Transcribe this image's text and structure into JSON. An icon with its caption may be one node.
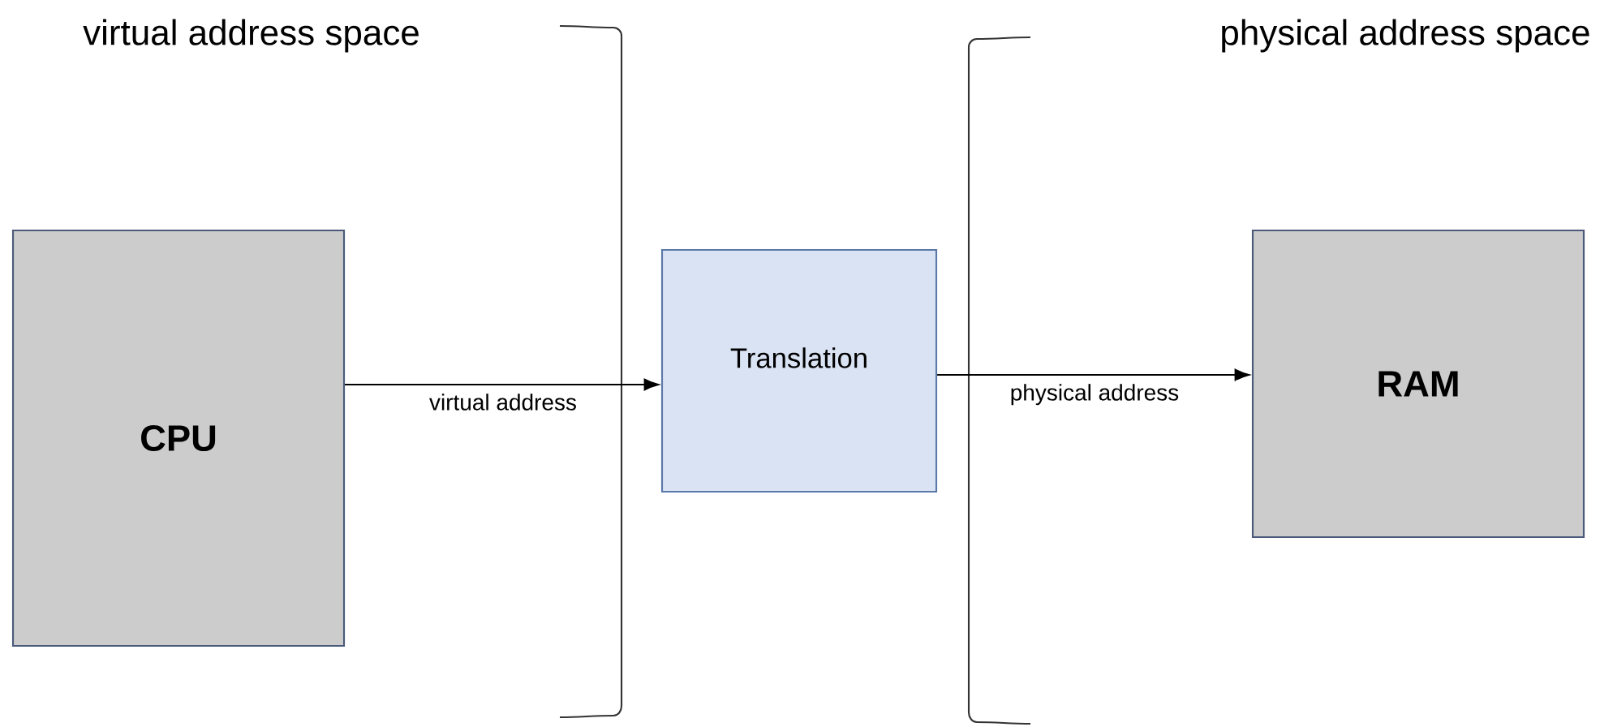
{
  "diagram": {
    "nodes": [
      {
        "text": [
          "CPU"
        ]
      },
      {
        "text": [
          "Translation"
        ]
      },
      {
        "text": [
          "RAM"
        ]
      }
    ],
    "edges": [
      {
        "from": 0,
        "to": 1,
        "arrow": "to",
        "label": "virtual address"
      },
      {
        "from": 1,
        "to": 2,
        "arrow": "to",
        "label": "physical address"
      }
    ],
    "labels": [
      "virtual address space",
      "physical address space"
    ]
  }
}
